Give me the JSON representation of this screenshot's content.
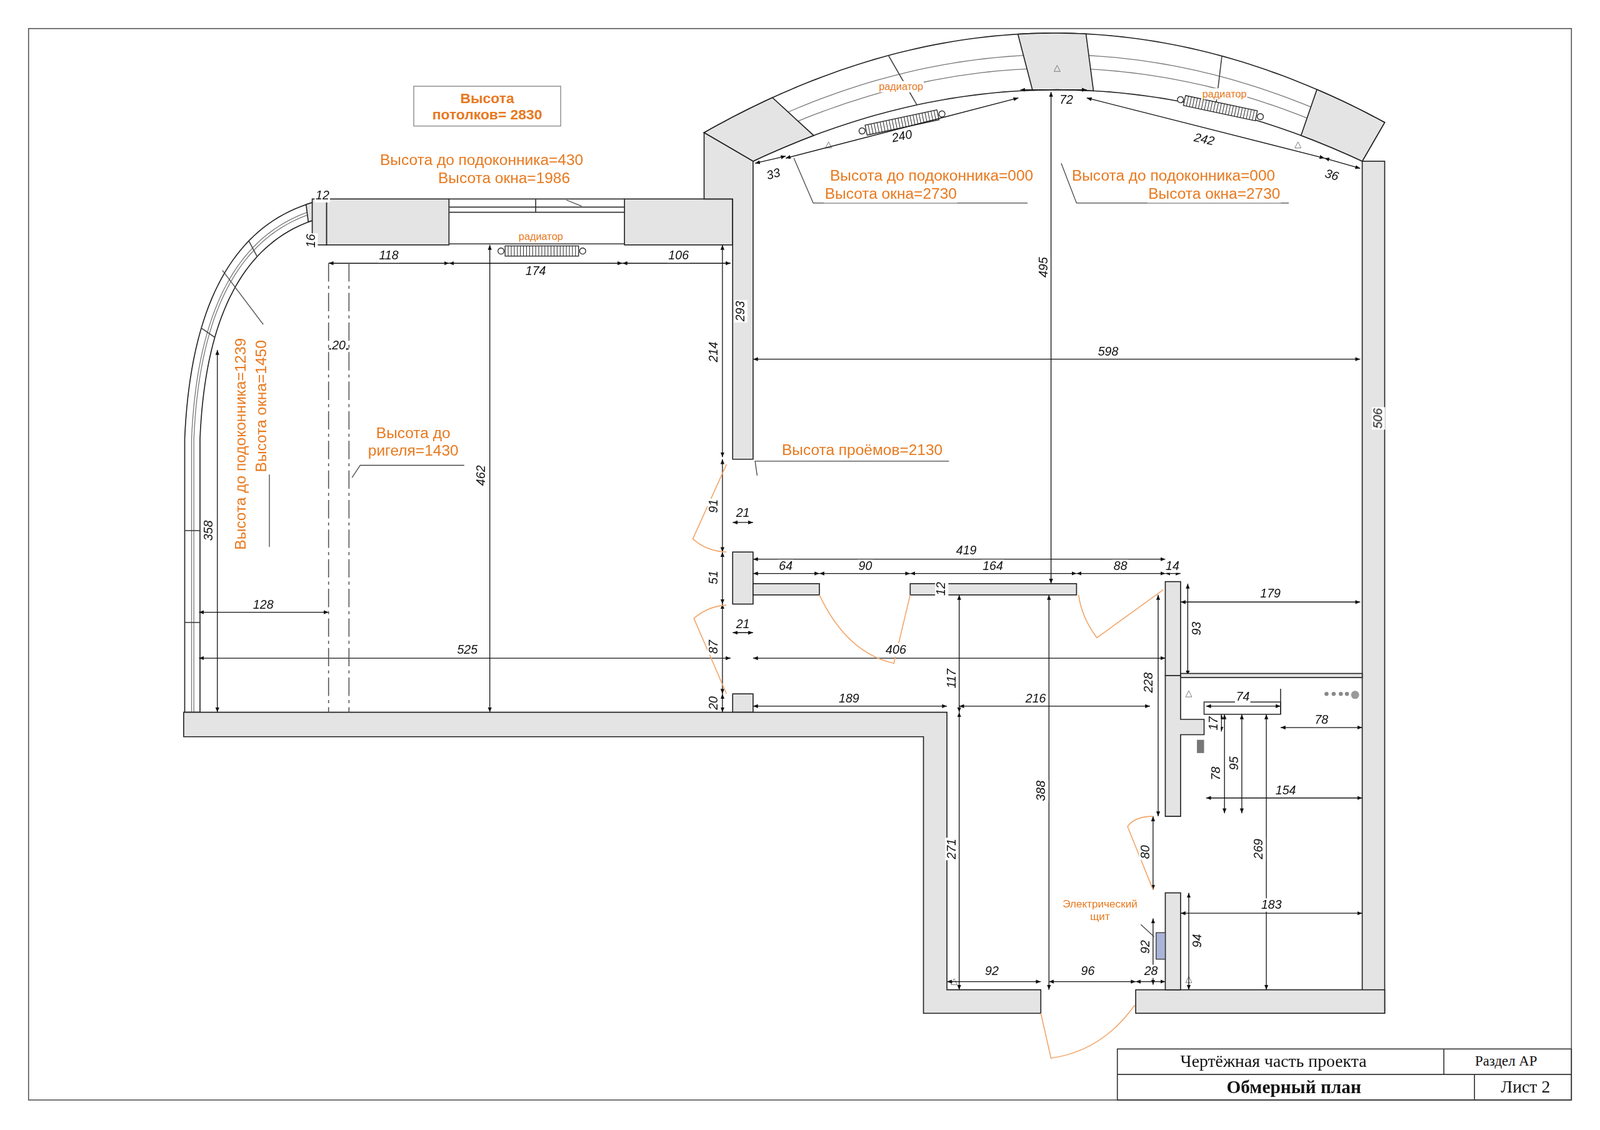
{
  "diagram": {
    "nodes": [
      {
        "text": [
          "Высота потолков= 2830"
        ]
      }
    ],
    "labels": [
      "Высота до подоконника=430",
      "Высота окна=1986",
      "радиатор",
      "радиатор",
      "радиатор",
      "Высота до подоконника=000",
      "Высота окна=2730",
      "Высота до подоконника=000",
      "Высота окна=2730",
      "Высота до подоконника=1239",
      "Высота окна=1450",
      "Высота до ригеля=1430",
      "Высота проёмов=2130",
      "Электрический щит",
      "12",
      "16",
      "118",
      "174",
      "106",
      "293",
      "214",
      "20",
      "358",
      "462",
      "128",
      "525",
      "91",
      "21",
      "51",
      "21",
      "87",
      "20",
      "240",
      "33",
      "72",
      "242",
      "36",
      "495",
      "598",
      "506",
      "419",
      "64",
      "90",
      "164",
      "88",
      "14",
      "12",
      "179",
      "93",
      "406",
      "117",
      "228",
      "189",
      "216",
      "74",
      "17",
      "78",
      "78",
      "95",
      "154",
      "388",
      "271",
      "80",
      "269",
      "183",
      "92",
      "94",
      "92",
      "96",
      "28",
      "Чертёжная часть проекта",
      "Раздел АР",
      "Обмерный план",
      "Лист 2"
    ]
  }
}
